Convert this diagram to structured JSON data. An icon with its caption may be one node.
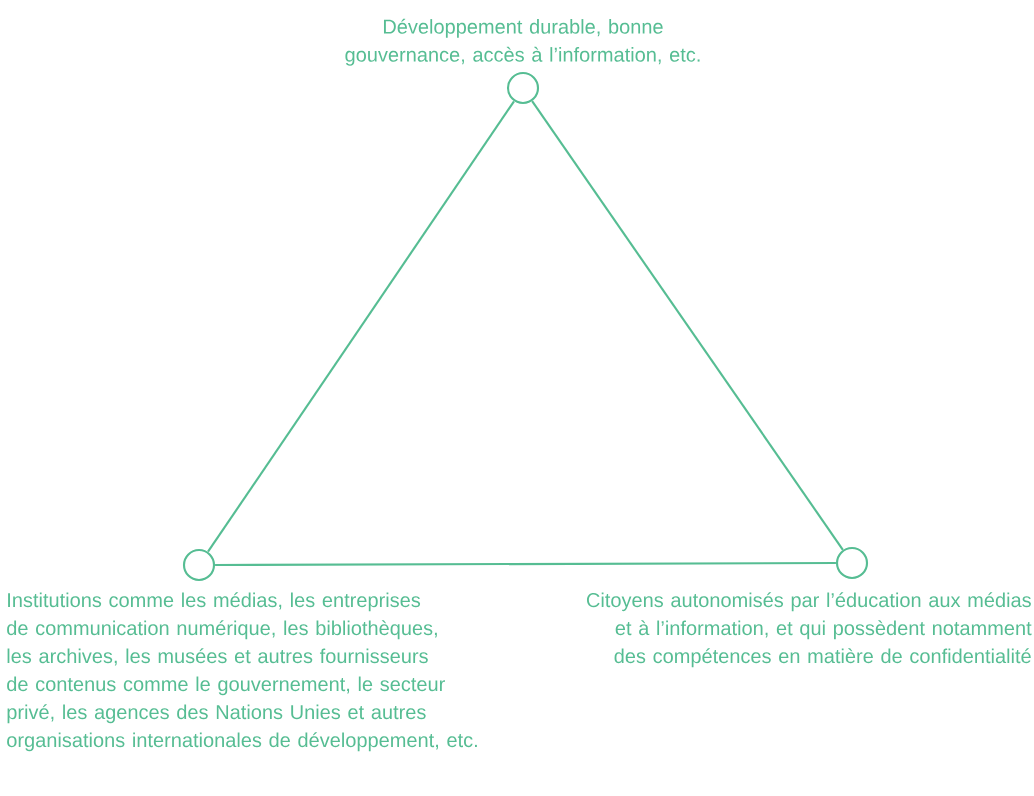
{
  "diagram": {
    "nodes": [
      {
        "text": [],
        "shape": "circle",
        "beside": [
          "Développement durable, bonne gouvernance, accès à l’information, etc."
        ]
      },
      {
        "text": [],
        "shape": "circle",
        "beside": [
          "Institutions comme les médias, les entreprises de communication numérique, les bibliothèques, les archives, les musées et autres fournisseurs de contenus comme le gouvernement, le secteur privé, les agences des Nations Unies et autres organisations internationales de développement, etc."
        ]
      },
      {
        "text": [],
        "shape": "circle",
        "beside": [
          "Citoyens autonomisés par l’éducation aux médias et à l’information, et qui possèdent notamment des compétences en matière de confidentialité"
        ]
      }
    ],
    "edges": [
      {
        "from": 0,
        "to": 1,
        "arrow": "none"
      },
      {
        "from": 1,
        "to": 2,
        "arrow": "none"
      },
      {
        "from": 0,
        "to": 2,
        "arrow": "none"
      }
    ]
  }
}
